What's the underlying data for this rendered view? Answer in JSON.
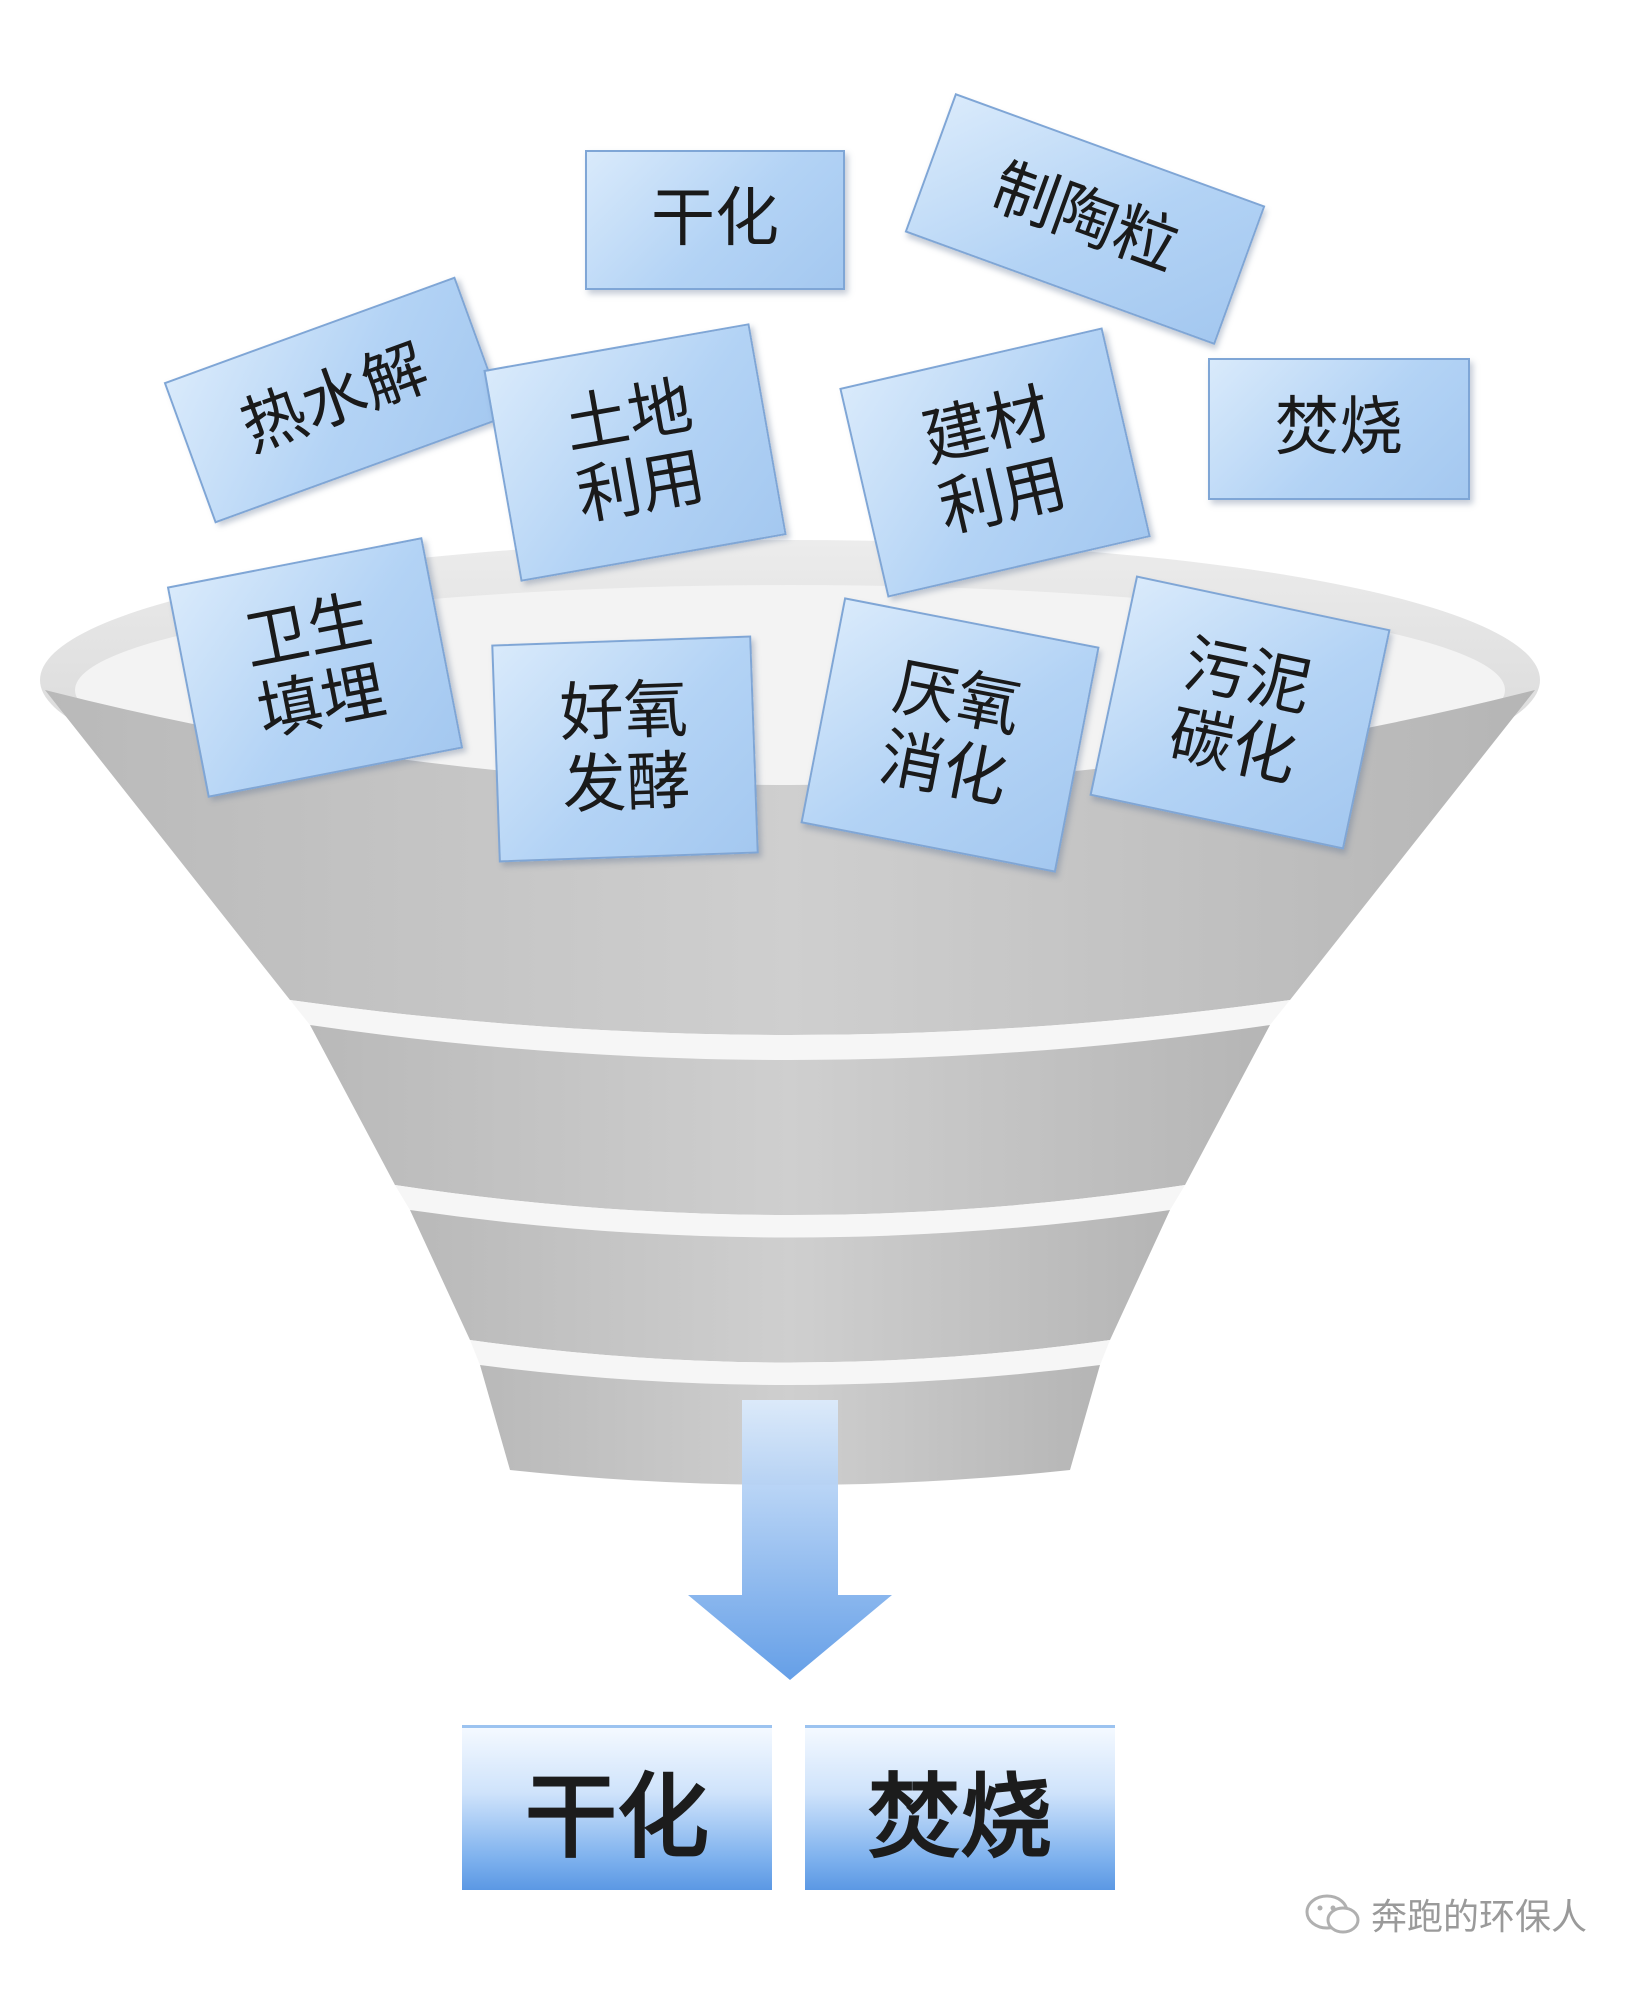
{
  "methods": [
    {
      "id": "ganhua",
      "lines": [
        "干化"
      ]
    },
    {
      "id": "zhitaoli",
      "lines": [
        "制陶粒"
      ]
    },
    {
      "id": "reshuijie",
      "lines": [
        "热水解"
      ]
    },
    {
      "id": "fenshao",
      "lines": [
        "焚烧"
      ]
    },
    {
      "id": "tudi",
      "lines": [
        "土地",
        "利用"
      ]
    },
    {
      "id": "jiancai",
      "lines": [
        "建材",
        "利用"
      ]
    },
    {
      "id": "weisheng",
      "lines": [
        "卫生",
        "填埋"
      ]
    },
    {
      "id": "haoyang",
      "lines": [
        "好氧",
        "发酵"
      ]
    },
    {
      "id": "yanyang",
      "lines": [
        "厌氧",
        "消化"
      ]
    },
    {
      "id": "tanhua",
      "lines": [
        "污泥",
        "碳化"
      ]
    }
  ],
  "results": [
    {
      "id": "result-ganhua",
      "label": "干化"
    },
    {
      "id": "result-fenshao",
      "label": "焚烧"
    }
  ],
  "watermark": {
    "text": "奔跑的环保人",
    "icon": "wechat-icon"
  },
  "colors": {
    "card": "#b3d3f5",
    "funnel": "#c4c4c4",
    "arrow": "#6fa9ec"
  }
}
